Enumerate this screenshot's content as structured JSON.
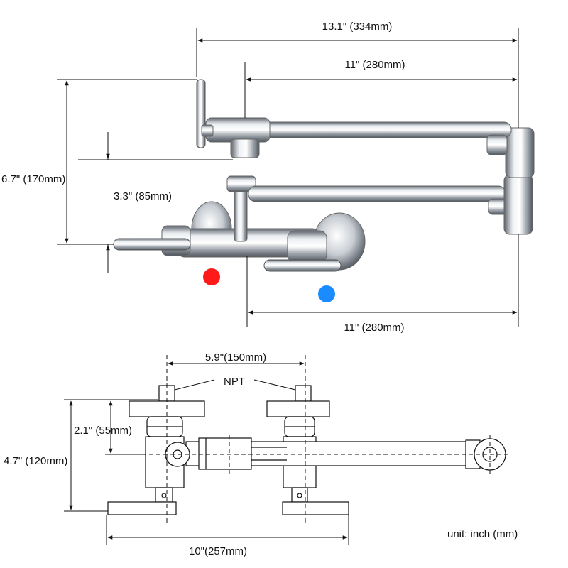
{
  "top_view": {
    "overall_length": "13.1\" (334mm)",
    "arm_length_top": "11\" (280mm)",
    "arm_length_bottom": "11\" (280mm)",
    "overall_height": "6.7\" (170mm)",
    "arm_height": "3.3\" (85mm)",
    "hot_dot_color": "#ff1a1a",
    "cold_dot_color": "#1a8cff"
  },
  "bottom_view": {
    "center_spacing": "5.9\"(150mm)",
    "thread_label": "NPT",
    "mount_height": "2.1\" (55mm)",
    "total_height": "4.7\" (120mm)",
    "base_width": "10\"(257mm)",
    "unit_note": "unit: inch (mm)"
  },
  "colors": {
    "chrome_dark": "#6f757d",
    "chrome_light": "#f4f6f8",
    "line": "#111111"
  }
}
